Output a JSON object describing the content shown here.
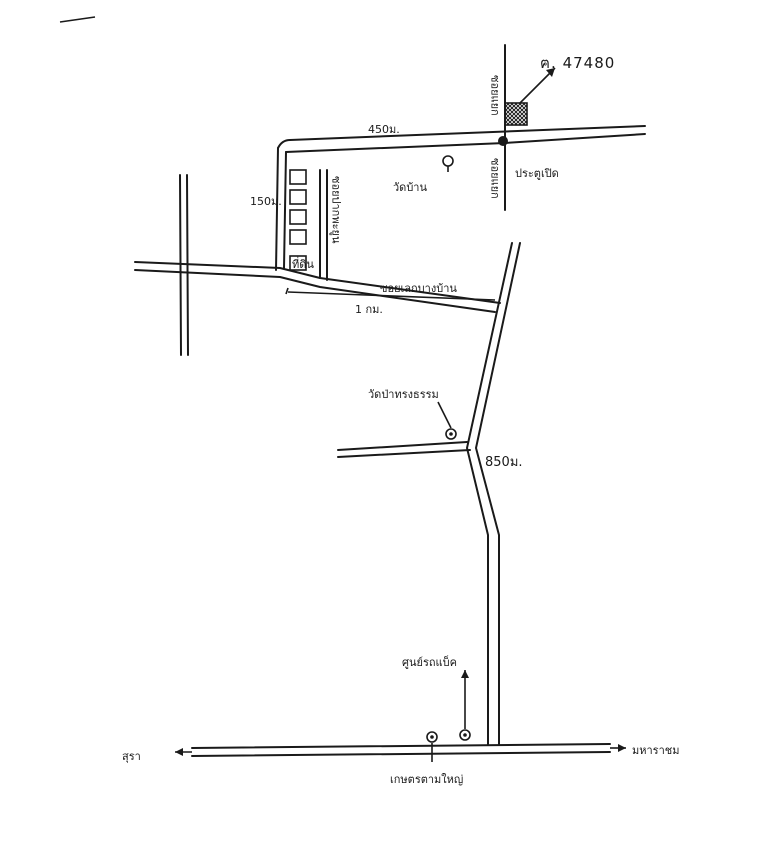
{
  "plot_code": "ฅ. 47480",
  "distances": {
    "top_road": "450ม.",
    "left_road": "150ม.",
    "middle_road": "1 กม.",
    "right_road": "850ม."
  },
  "landmarks": {
    "temple": "วัดบ้าน",
    "gate": "ประตูเปิด",
    "village_road": "ซอยเลกบางบ้าน",
    "wat": "วัดป่าทรงธรรม",
    "fuel_center": "ศูนย์รถแบ็ค",
    "junction": "เกษตรตามใหญ่",
    "left_destination": "สุรา",
    "right_destination": "มหาราชม"
  },
  "vertical_labels": {
    "top_side": "ซอยแยก",
    "gate_side": "ซอยแยก",
    "houses_side": "ซอยปากพะยูน"
  },
  "house_label": "ที่ดิน",
  "colors": {
    "ink": "#1a1a1a",
    "paper": "#ffffff"
  }
}
